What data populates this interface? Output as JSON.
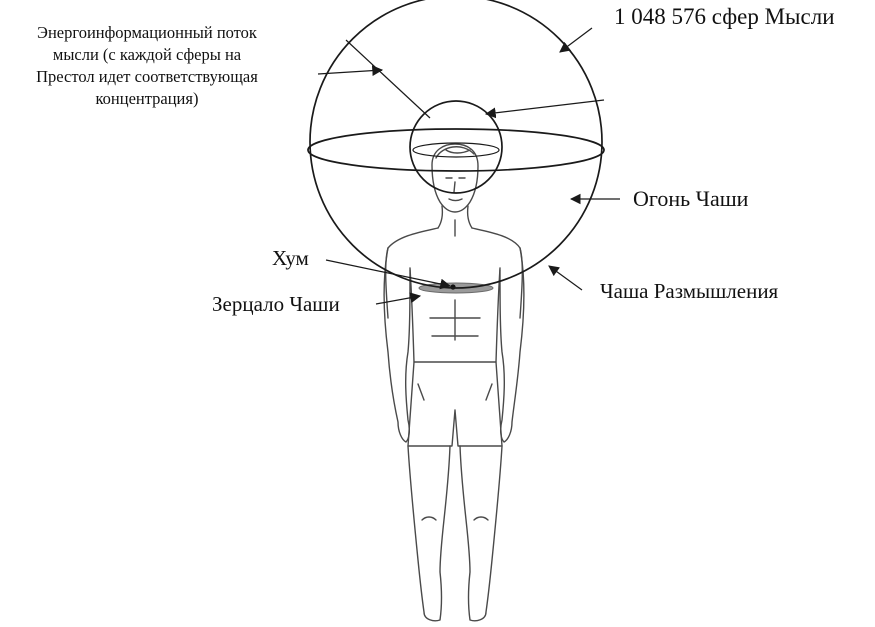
{
  "labels": {
    "energy_flow": [
      "Энергоинформационный поток",
      "мысли (с каждой сферы на",
      "Престол идет соответствующая",
      "концентрация)"
    ],
    "spheres": "1 048 576 сфер Мысли",
    "fire": "Огонь Чаши",
    "hum": "Хум",
    "mirror": "Зерцало Чаши",
    "bowl": "Чаша Размышления"
  },
  "colors": {
    "line": "#1a1a1a",
    "body_outline": "#4a4a4a",
    "mirror_fill": "#9a9a9a"
  }
}
